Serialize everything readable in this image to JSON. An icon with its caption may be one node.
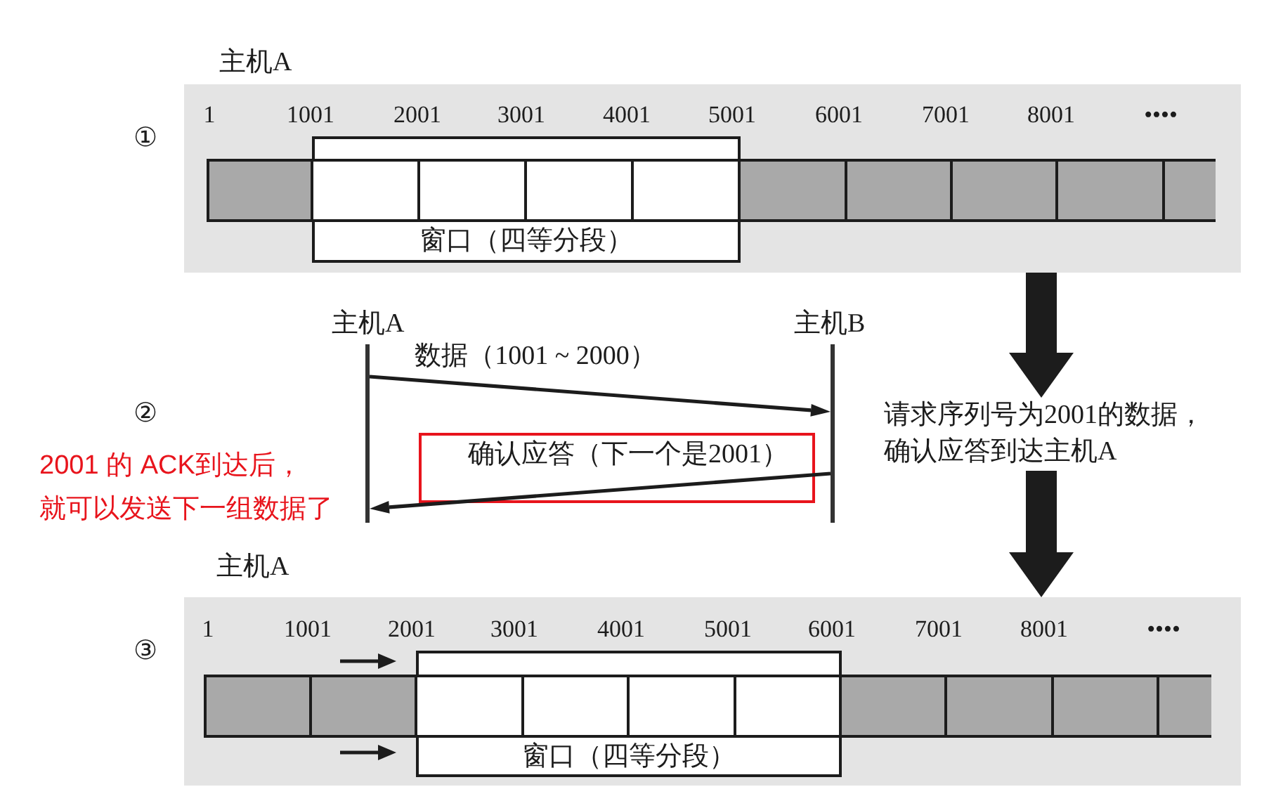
{
  "diagram": {
    "nodes": [
      {
        "text": [
          "1",
          "1001",
          "2001",
          "3001",
          "4001",
          "5001",
          "6001",
          "7001",
          "8001",
          "••••"
        ],
        "beside": [
          "主机A"
        ]
      },
      {
        "text": [
          "窗口（四等分段）"
        ],
        "in": 0
      },
      {
        "text": [],
        "shape": "line",
        "beside": [
          "主机A"
        ]
      },
      {
        "text": [],
        "shape": "line",
        "beside": [
          "主机B"
        ]
      },
      {
        "text": [
          "请求序列号为2001的数据，确认应答到达主机A"
        ]
      },
      {
        "text": [
          "1",
          "1001",
          "2001",
          "3001",
          "4001",
          "5001",
          "6001",
          "7001",
          "8001",
          "••••"
        ],
        "beside": [
          "主机A"
        ]
      },
      {
        "text": [
          "窗口（四等分段）"
        ],
        "in": 5
      }
    ],
    "edges": [
      {
        "from": 2,
        "to": 3,
        "arrow": "to",
        "label": "数据（1001 ~ 2000）"
      },
      {
        "from": 3,
        "to": 2,
        "arrow": "to",
        "label": "确认应答（下一个是2001）"
      },
      {
        "from": 0,
        "to": 4,
        "arrow": "to",
        "style": "thick"
      },
      {
        "from": 4,
        "to": 5,
        "arrow": "to",
        "style": "thick"
      }
    ],
    "labels": [
      "①",
      "②",
      "2001 的 ACK到达后，就可以发送下一组数据了",
      "③"
    ]
  }
}
